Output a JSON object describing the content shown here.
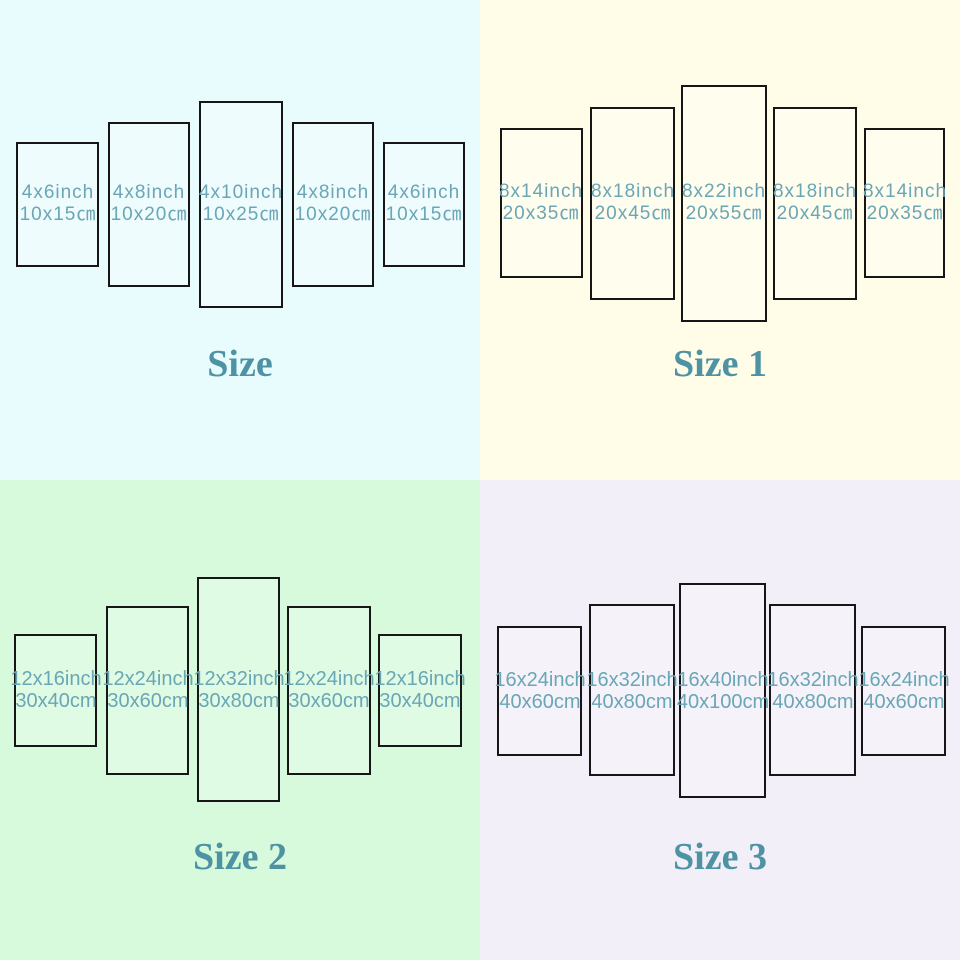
{
  "colors": {
    "q0_bg": "#e9fcfd",
    "q1_bg": "#fffde8",
    "q2_bg": "#d8fadc",
    "q3_bg": "#f2eff8",
    "panel_border": "#161616",
    "panel_text": "#69a6b6",
    "title_text": "#4e93a4"
  },
  "quadrants": [
    {
      "title": "Size",
      "panels": [
        {
          "inch": "4x6inch",
          "cm": "10x15㎝"
        },
        {
          "inch": "4x8inch",
          "cm": "10x20㎝"
        },
        {
          "inch": "4x10inch",
          "cm": "10x25㎝"
        },
        {
          "inch": "4x8inch",
          "cm": "10x20㎝"
        },
        {
          "inch": "4x6inch",
          "cm": "10x15㎝"
        }
      ]
    },
    {
      "title": "Size 1",
      "panels": [
        {
          "inch": "8x14inch",
          "cm": "20x35㎝"
        },
        {
          "inch": "8x18inch",
          "cm": "20x45㎝"
        },
        {
          "inch": "8x22inch",
          "cm": "20x55㎝"
        },
        {
          "inch": "8x18inch",
          "cm": "20x45㎝"
        },
        {
          "inch": "8x14inch",
          "cm": "20x35㎝"
        }
      ]
    },
    {
      "title": "Size 2",
      "panels": [
        {
          "inch": "12x16inch",
          "cm": "30x40cm"
        },
        {
          "inch": "12x24inch",
          "cm": "30x60cm"
        },
        {
          "inch": "12x32inch",
          "cm": "30x80cm"
        },
        {
          "inch": "12x24inch",
          "cm": "30x60cm"
        },
        {
          "inch": "12x16inch",
          "cm": "30x40cm"
        }
      ]
    },
    {
      "title": "Size 3",
      "panels": [
        {
          "inch": "16x24inch",
          "cm": "40x60cm"
        },
        {
          "inch": "16x32inch",
          "cm": "40x80cm"
        },
        {
          "inch": "16x40inch",
          "cm": "40x100cm"
        },
        {
          "inch": "16x32inch",
          "cm": "40x80cm"
        },
        {
          "inch": "16x24inch",
          "cm": "40x60cm"
        }
      ]
    }
  ]
}
